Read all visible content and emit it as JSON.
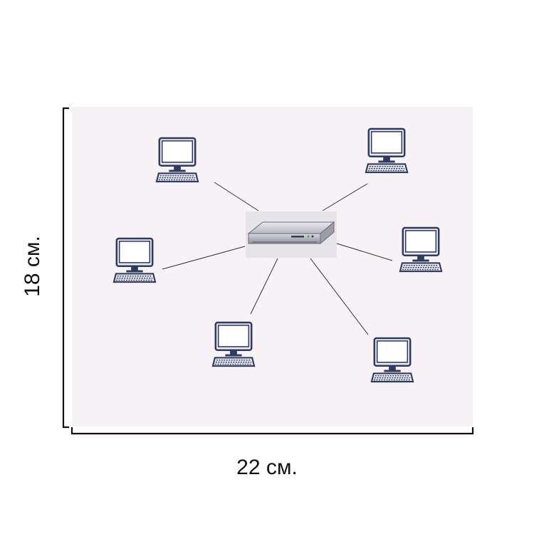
{
  "dimensions": {
    "width_label": "22 см.",
    "height_label": "18 см."
  },
  "topology": {
    "hub": {
      "icon": "server-icon"
    },
    "nodes": [
      {
        "id": "pc-1",
        "icon": "computer-icon"
      },
      {
        "id": "pc-2",
        "icon": "computer-icon"
      },
      {
        "id": "pc-3",
        "icon": "computer-icon"
      },
      {
        "id": "pc-4",
        "icon": "computer-icon"
      },
      {
        "id": "pc-5",
        "icon": "computer-icon"
      },
      {
        "id": "pc-6",
        "icon": "computer-icon"
      }
    ],
    "links": [
      [
        "hub",
        "pc-1"
      ],
      [
        "hub",
        "pc-2"
      ],
      [
        "hub",
        "pc-3"
      ],
      [
        "hub",
        "pc-4"
      ],
      [
        "hub",
        "pc-5"
      ],
      [
        "hub",
        "pc-6"
      ]
    ]
  },
  "colors": {
    "background": "#f7f2f5",
    "device_outline": "#2f3a5e",
    "screen_fill": "#ffffff",
    "link_line": "#333333",
    "ruler": "#111111"
  }
}
